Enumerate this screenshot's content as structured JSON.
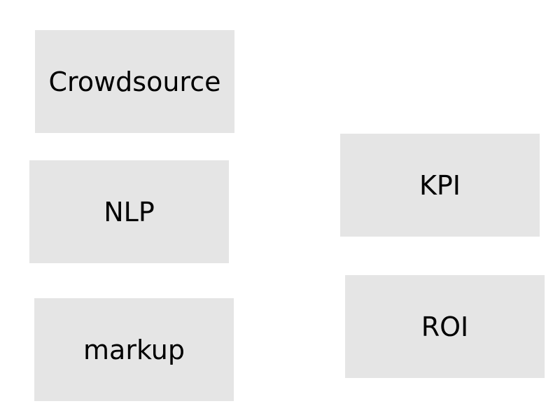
{
  "diagram": {
    "background_color": "#ffffff",
    "node_color": "#e5e5e5",
    "text_color": "#000000",
    "nodes": [
      {
        "id": "crowdsource",
        "label": "Crowdsource"
      },
      {
        "id": "nlp",
        "label": "NLP"
      },
      {
        "id": "markup",
        "label": "markup"
      },
      {
        "id": "kpi",
        "label": "KPI"
      },
      {
        "id": "roi",
        "label": "ROI"
      }
    ]
  }
}
